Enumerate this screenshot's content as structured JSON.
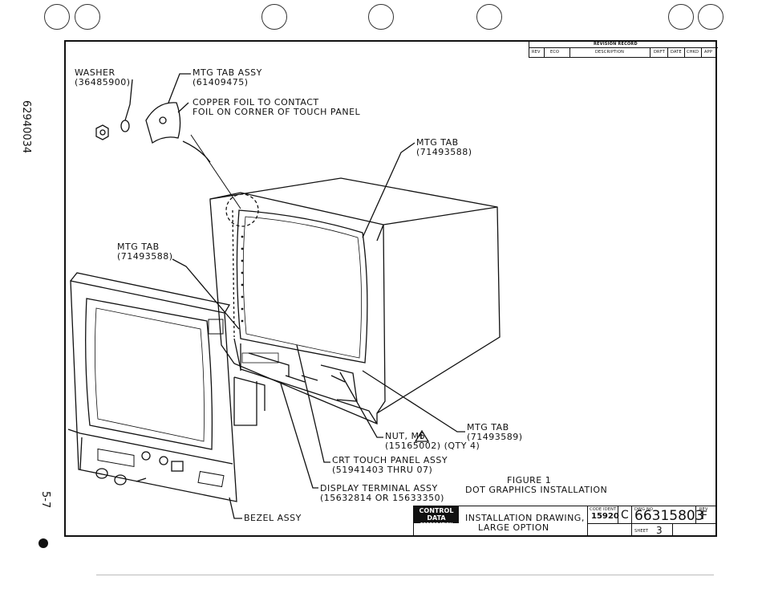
{
  "page": {
    "doc_number": "62940034",
    "page_number": "5-7"
  },
  "revision": {
    "title": "REVISION RECORD",
    "columns": [
      "REV",
      "ECO",
      "DESCRIPTION",
      "DRFT",
      "DATE",
      "CHKD",
      "APP"
    ]
  },
  "callouts": {
    "washer": [
      "WASHER",
      "(36485900)"
    ],
    "mtg_tab_assy": [
      "MTG TAB ASSY",
      "(61409475)"
    ],
    "copper_foil": [
      "COPPER FOIL TO CONTACT",
      "FOIL ON CORNER OF TOUCH PANEL"
    ],
    "mtg_tab_top": [
      "MTG TAB",
      "(71493588)"
    ],
    "mtg_tab_left": [
      "MTG TAB",
      "(71493588)"
    ],
    "mtg_tab_right": [
      "MTG TAB",
      "(71493589)"
    ],
    "nut": [
      "NUT, M6",
      "(15165002) (QTY 4)"
    ],
    "crt_touch": [
      "CRT TOUCH PANEL ASSY",
      "(51941403 THRU 07)"
    ],
    "display_terminal": [
      "DISPLAY TERMINAL ASSY",
      "(15632814 OR 15633350)"
    ],
    "bezel": [
      "BEZEL ASSY"
    ],
    "warning_mark": "1"
  },
  "figure": {
    "label": "FIGURE 1",
    "caption": "DOT GRAPHICS INSTALLATION"
  },
  "title_block": {
    "company_line1": "CONTROL DATA",
    "company_line2": "CORPORATION",
    "title_line1": "INSTALLATION DRAWING,",
    "title_line2": "LARGE OPTION",
    "code_ident_label": "CODE IDENT",
    "code_ident": "15920",
    "size": "C",
    "dwg_no_label": "DWG NO",
    "dwg_no": "66315803",
    "rev_label": "REV",
    "rev": "F",
    "sheet_label": "SHEET",
    "sheet": "3"
  }
}
